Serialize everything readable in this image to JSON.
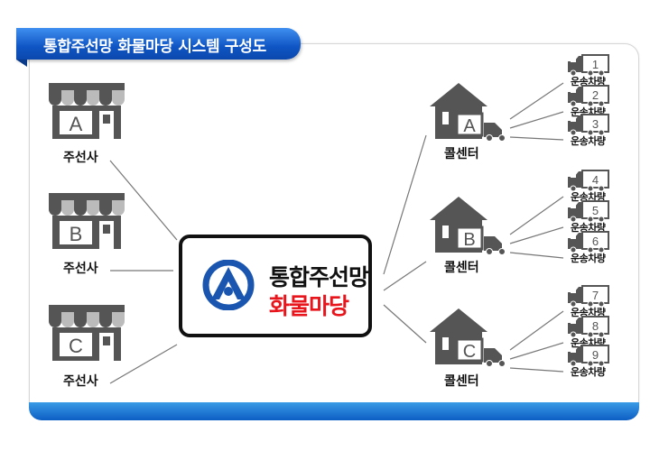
{
  "title": "통합주선망 화물마당 시스템 구성도",
  "center": {
    "title": "통합주선망",
    "subtitle": "화물마당"
  },
  "brokers": [
    {
      "letter": "A",
      "label": "주선사"
    },
    {
      "letter": "B",
      "label": "주선사"
    },
    {
      "letter": "C",
      "label": "주선사"
    }
  ],
  "call_centers": [
    {
      "letter": "A",
      "label": "콜센터"
    },
    {
      "letter": "B",
      "label": "콜센터"
    },
    {
      "letter": "C",
      "label": "콜센터"
    }
  ],
  "trucks": [
    {
      "number": "1",
      "label": "운송차량"
    },
    {
      "number": "2",
      "label": "운송차량"
    },
    {
      "number": "3",
      "label": "운송차량"
    },
    {
      "number": "4",
      "label": "운송차량"
    },
    {
      "number": "5",
      "label": "운송차량"
    },
    {
      "number": "6",
      "label": "운송차량"
    },
    {
      "number": "7",
      "label": "운송차량"
    },
    {
      "number": "8",
      "label": "운송차량"
    },
    {
      "number": "9",
      "label": "운송차량"
    }
  ],
  "colors": {
    "banner": "#0f55c4",
    "accent_red": "#e8161c",
    "icon": "#555555",
    "logo_blue": "#1a56b0"
  }
}
